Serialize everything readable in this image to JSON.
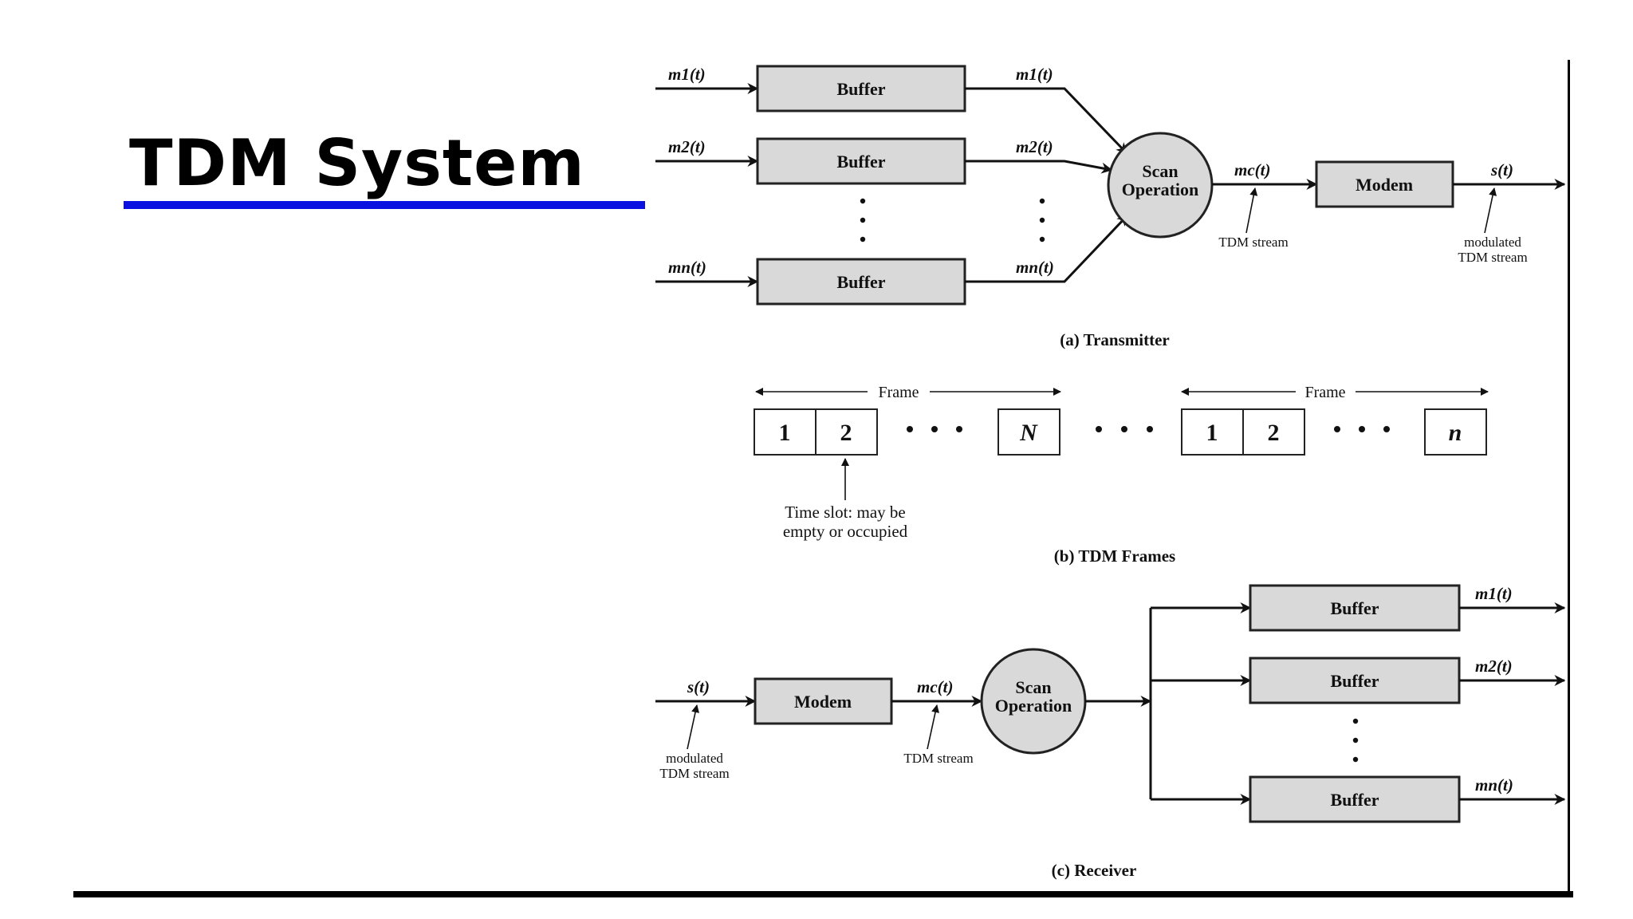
{
  "title": "TDM System",
  "colors": {
    "accent_underline": "#0a10e0",
    "box_fill": "#d9d9d9"
  },
  "transmitter": {
    "caption": "(a) Transmitter",
    "inputs": [
      "m1(t)",
      "m2(t)",
      "mn(t)"
    ],
    "outputs": [
      "m1(t)",
      "m2(t)",
      "mn(t)"
    ],
    "buffer_label": "Buffer",
    "scan_line1": "Scan",
    "scan_line2": "Operation",
    "stream_signal": "mc(t)",
    "stream_label": "TDM stream",
    "modem_label": "Modem",
    "out_signal": "s(t)",
    "out_label_line1": "modulated",
    "out_label_line2": "TDM stream"
  },
  "frames": {
    "caption": "(b) TDM Frames",
    "frame_label": "Frame",
    "slots_frame1": [
      "1",
      "2",
      "N"
    ],
    "slots_frame2": [
      "1",
      "2",
      "n"
    ],
    "note_line1": "Time slot: may be",
    "note_line2": "empty or occupied"
  },
  "receiver": {
    "caption": "(c) Receiver",
    "in_signal": "s(t)",
    "in_label_line1": "modulated",
    "in_label_line2": "TDM stream",
    "modem_label": "Modem",
    "stream_signal": "mc(t)",
    "stream_label": "TDM stream",
    "scan_line1": "Scan",
    "scan_line2": "Operation",
    "buffer_label": "Buffer",
    "outputs": [
      "m1(t)",
      "m2(t)",
      "mn(t)"
    ]
  }
}
